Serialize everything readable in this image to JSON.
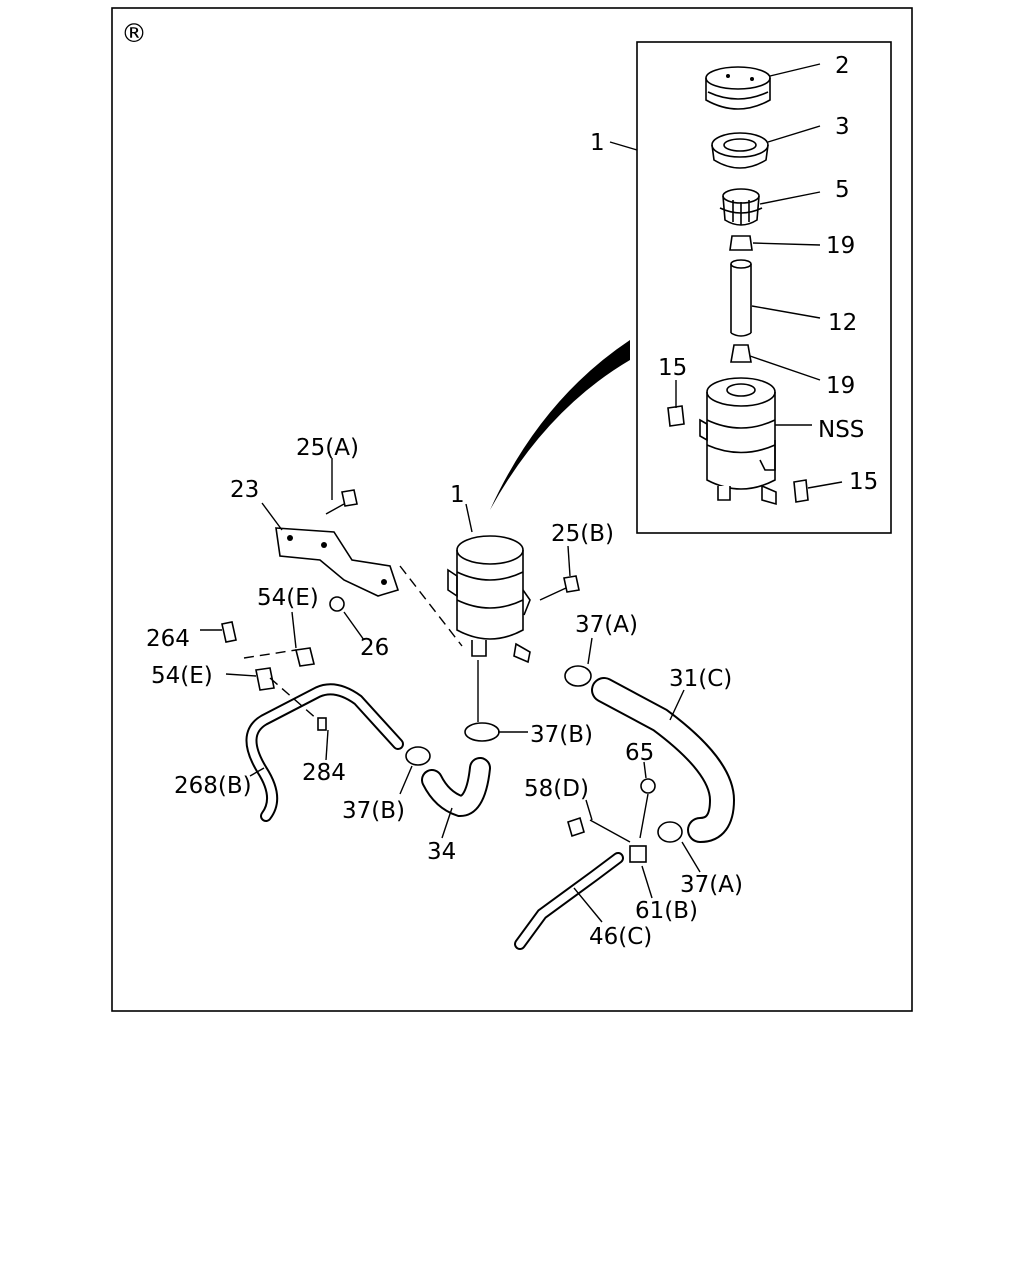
{
  "diagram": {
    "registered_mark": "®",
    "labels": {
      "main_1": "1",
      "inset_1": "1",
      "l2": "2",
      "l3": "3",
      "l5": "5",
      "l19_top": "19",
      "l12": "12",
      "l19_bottom": "19",
      "l15_left": "15",
      "nss": "NSS",
      "l15_right": "15",
      "l25a": "25(A)",
      "l23": "23",
      "l25b": "25(B)",
      "l54e_top": "54(E)",
      "l26": "26",
      "l264": "264",
      "l37a_top": "37(A)",
      "l54e_left": "54(E)",
      "l31c": "31(C)",
      "l37b_mid": "37(B)",
      "l65": "65",
      "l58d": "58(D)",
      "l268b": "268(B)",
      "l284": "284",
      "l37b_low": "37(B)",
      "l34": "34",
      "l37a_low": "37(A)",
      "l61b": "61(B)",
      "l46c": "46(C)"
    }
  }
}
